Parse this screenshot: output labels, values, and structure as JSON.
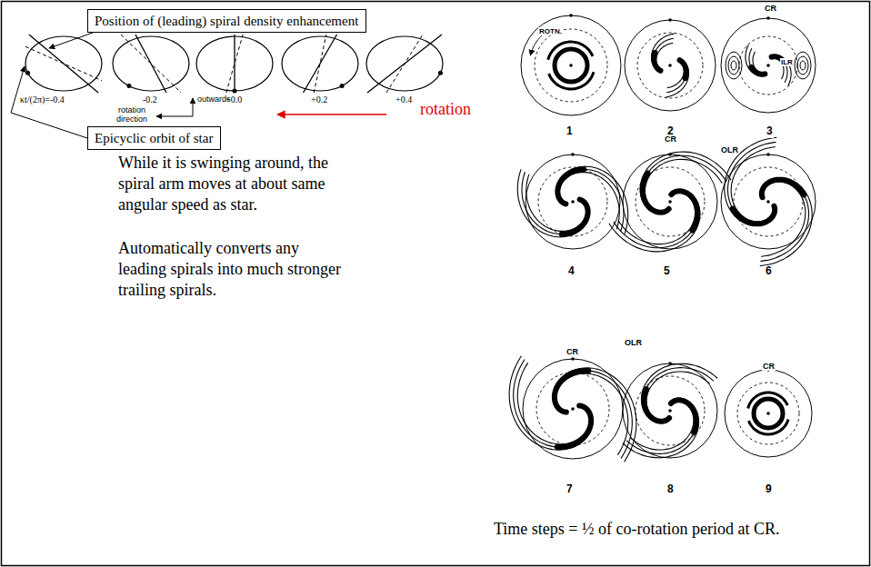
{
  "diagram": {
    "caption": "Time steps = ½ of co-rotation period at CR.",
    "nodes": [
      {
        "text": [
          "Position of (leading) spiral density enhancement"
        ]
      },
      {
        "text": [
          "Epicyclic orbit of star"
        ]
      }
    ],
    "labels": [
      "κt/(2π)=-0.4",
      "-0.2",
      "+0.0",
      "+0.2",
      "+0.4",
      "outwards",
      "rotation direction",
      "rotation",
      "While it is swinging around, the spiral arm moves at about same angular speed as star.",
      "Automatically converts any leading spirals into much stronger trailing spirals.",
      "ROTN.",
      "CR",
      "ILR",
      "1",
      "2",
      "3",
      "OLR",
      "CR",
      "4",
      "5",
      "6",
      "OLR",
      "CR",
      "CR",
      "7",
      "8",
      "9"
    ]
  }
}
